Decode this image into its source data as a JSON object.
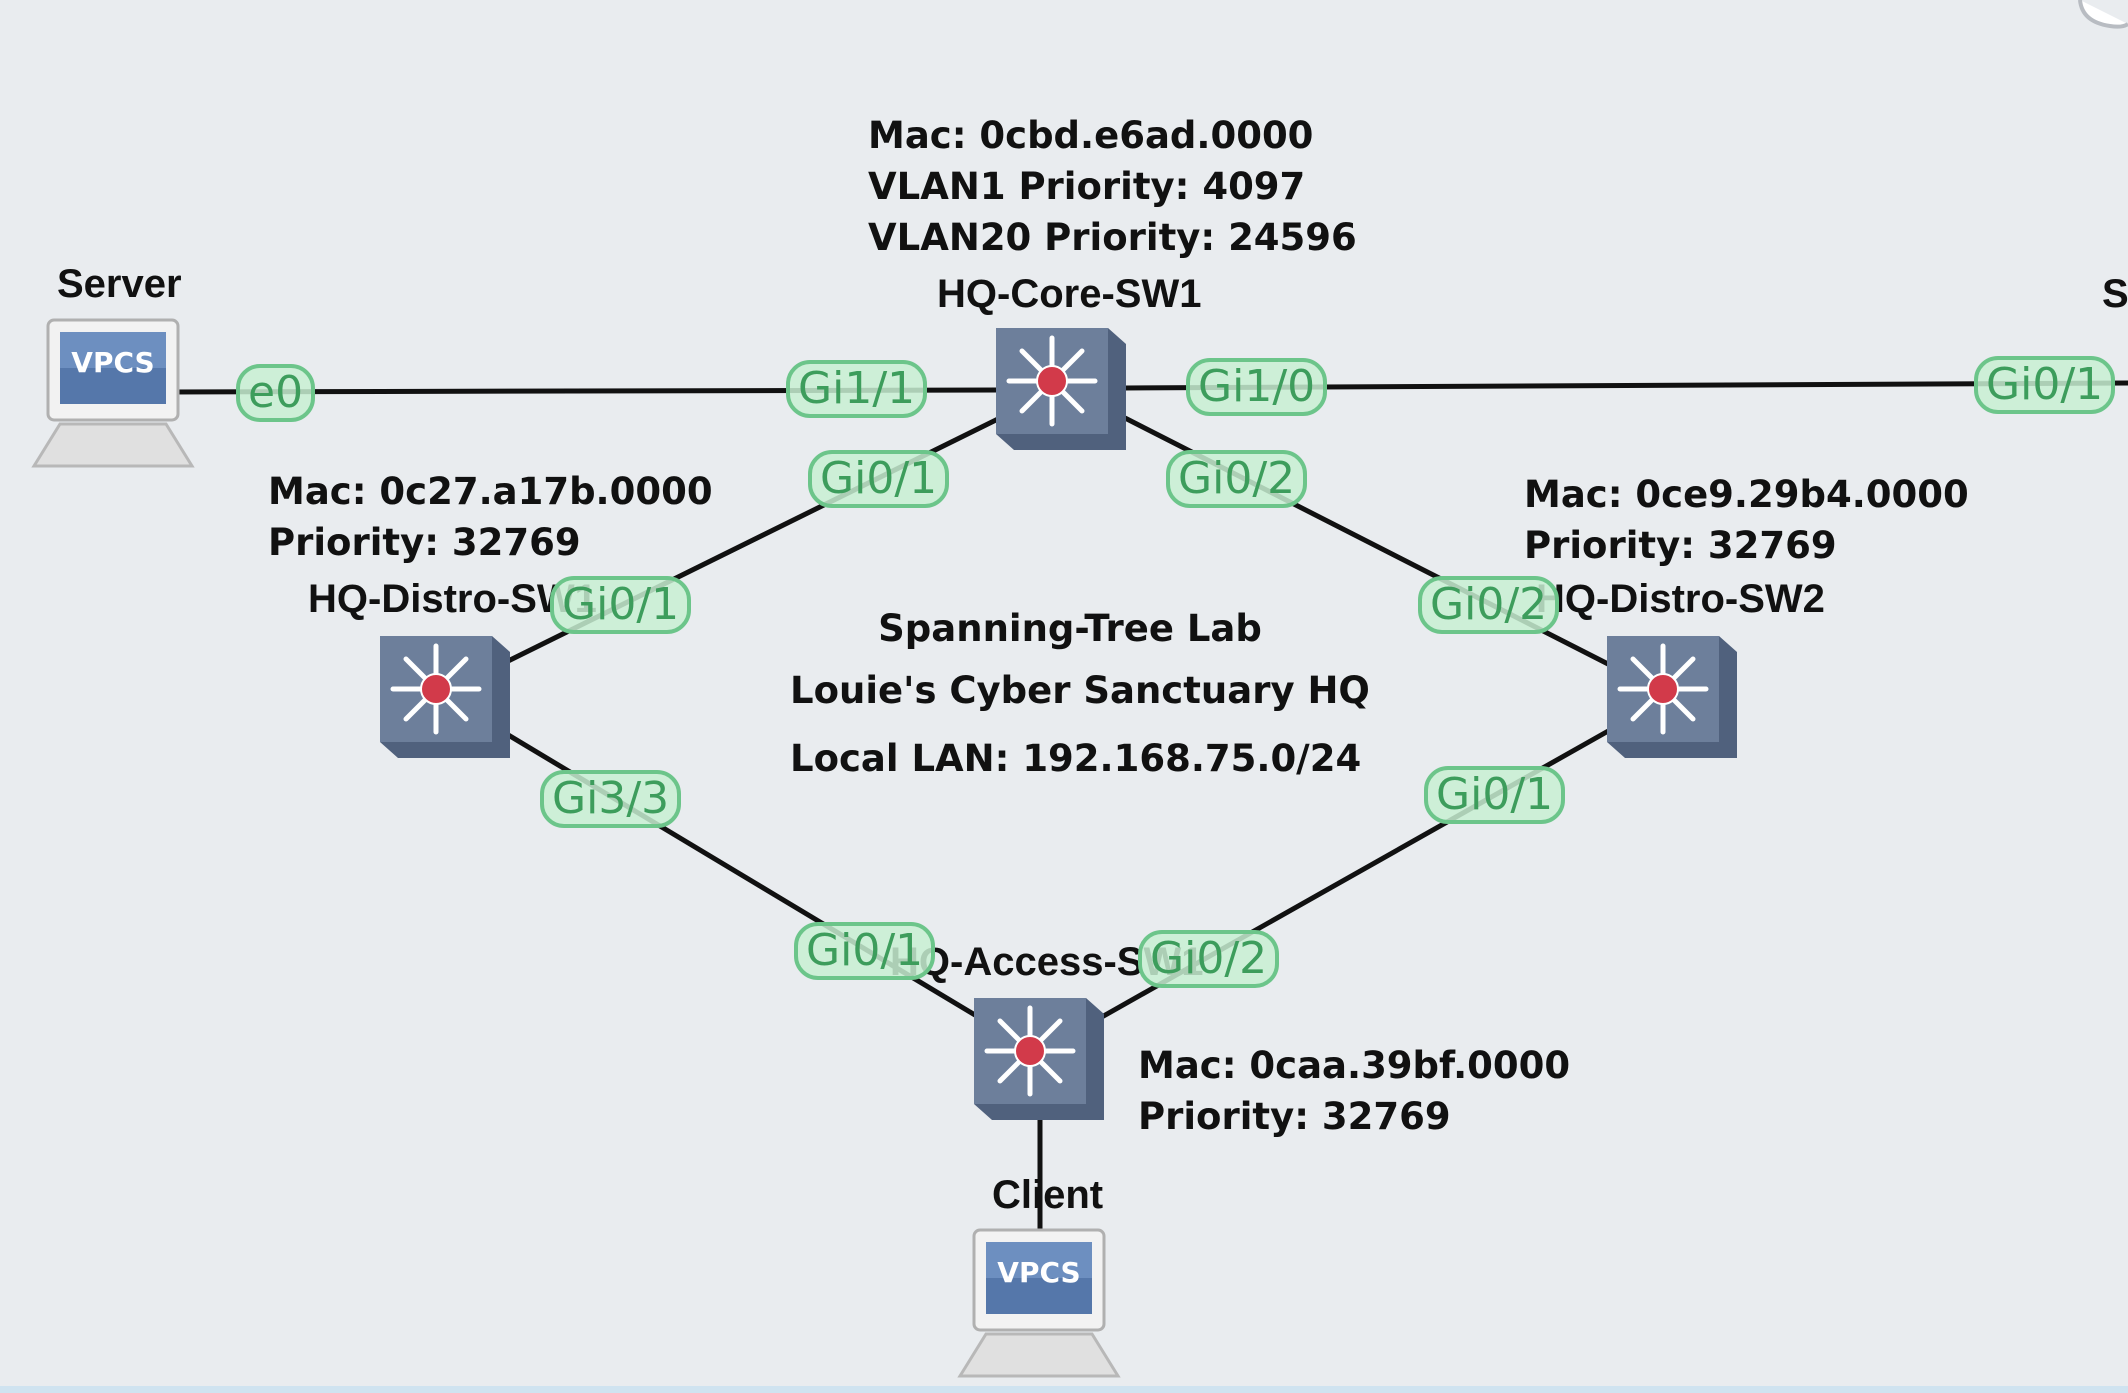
{
  "title_block": {
    "line1": "Spanning-Tree Lab",
    "line2": "Louie's Cyber Sanctuary HQ",
    "line3": "Local LAN: 192.168.75.0/24"
  },
  "nodes": {
    "server": {
      "label": "Server",
      "icon_text": "VPCS"
    },
    "client": {
      "label": "Client",
      "icon_text": "VPCS"
    },
    "core_sw1": {
      "label": "HQ-Core-SW1"
    },
    "distro_sw1": {
      "label": "HQ-Distro-SW1"
    },
    "distro_sw2": {
      "label": "HQ-Distro-SW2"
    },
    "access_sw1": {
      "label": "HQ-Access-SW1"
    },
    "edge_partial": {
      "label": "S"
    }
  },
  "notes": {
    "core": {
      "mac": "Mac: 0cbd.e6ad.0000",
      "vlan1": "VLAN1 Priority: 4097",
      "vlan20": "VLAN20 Priority: 24596"
    },
    "distro1": {
      "mac": "Mac: 0c27.a17b.0000",
      "priority": "Priority: 32769"
    },
    "distro2": {
      "mac": "Mac: 0ce9.29b4.0000",
      "priority": "Priority: 32769"
    },
    "access": {
      "mac": "Mac: 0caa.39bf.0000",
      "priority": "Priority: 32769"
    }
  },
  "ports": {
    "server_e0": "e0",
    "core_gi1_1": "Gi1/1",
    "core_gi1_0": "Gi1/0",
    "edge_gi0_1": "Gi0/1",
    "core_gi0_1": "Gi0/1",
    "core_gi0_2": "Gi0/2",
    "distro1_gi0_1": "Gi0/1",
    "distro1_gi3_3": "Gi3/3",
    "distro2_gi0_2": "Gi0/2",
    "distro2_gi0_1": "Gi0/1",
    "access_gi0_1": "Gi0/1",
    "access_gi0_2": "Gi0/2"
  },
  "colors": {
    "canvas": "#e9ecef",
    "link": "#111111",
    "port_border": "#6cc58a",
    "port_fill": "#c8f0d2",
    "switch_body": "#6d7f9b",
    "switch_led": "#d23a4a"
  },
  "icons": {
    "switch": "multilayer-switch-icon",
    "pc": "vpcs-computer-icon",
    "cloud": "cloud-icon"
  }
}
